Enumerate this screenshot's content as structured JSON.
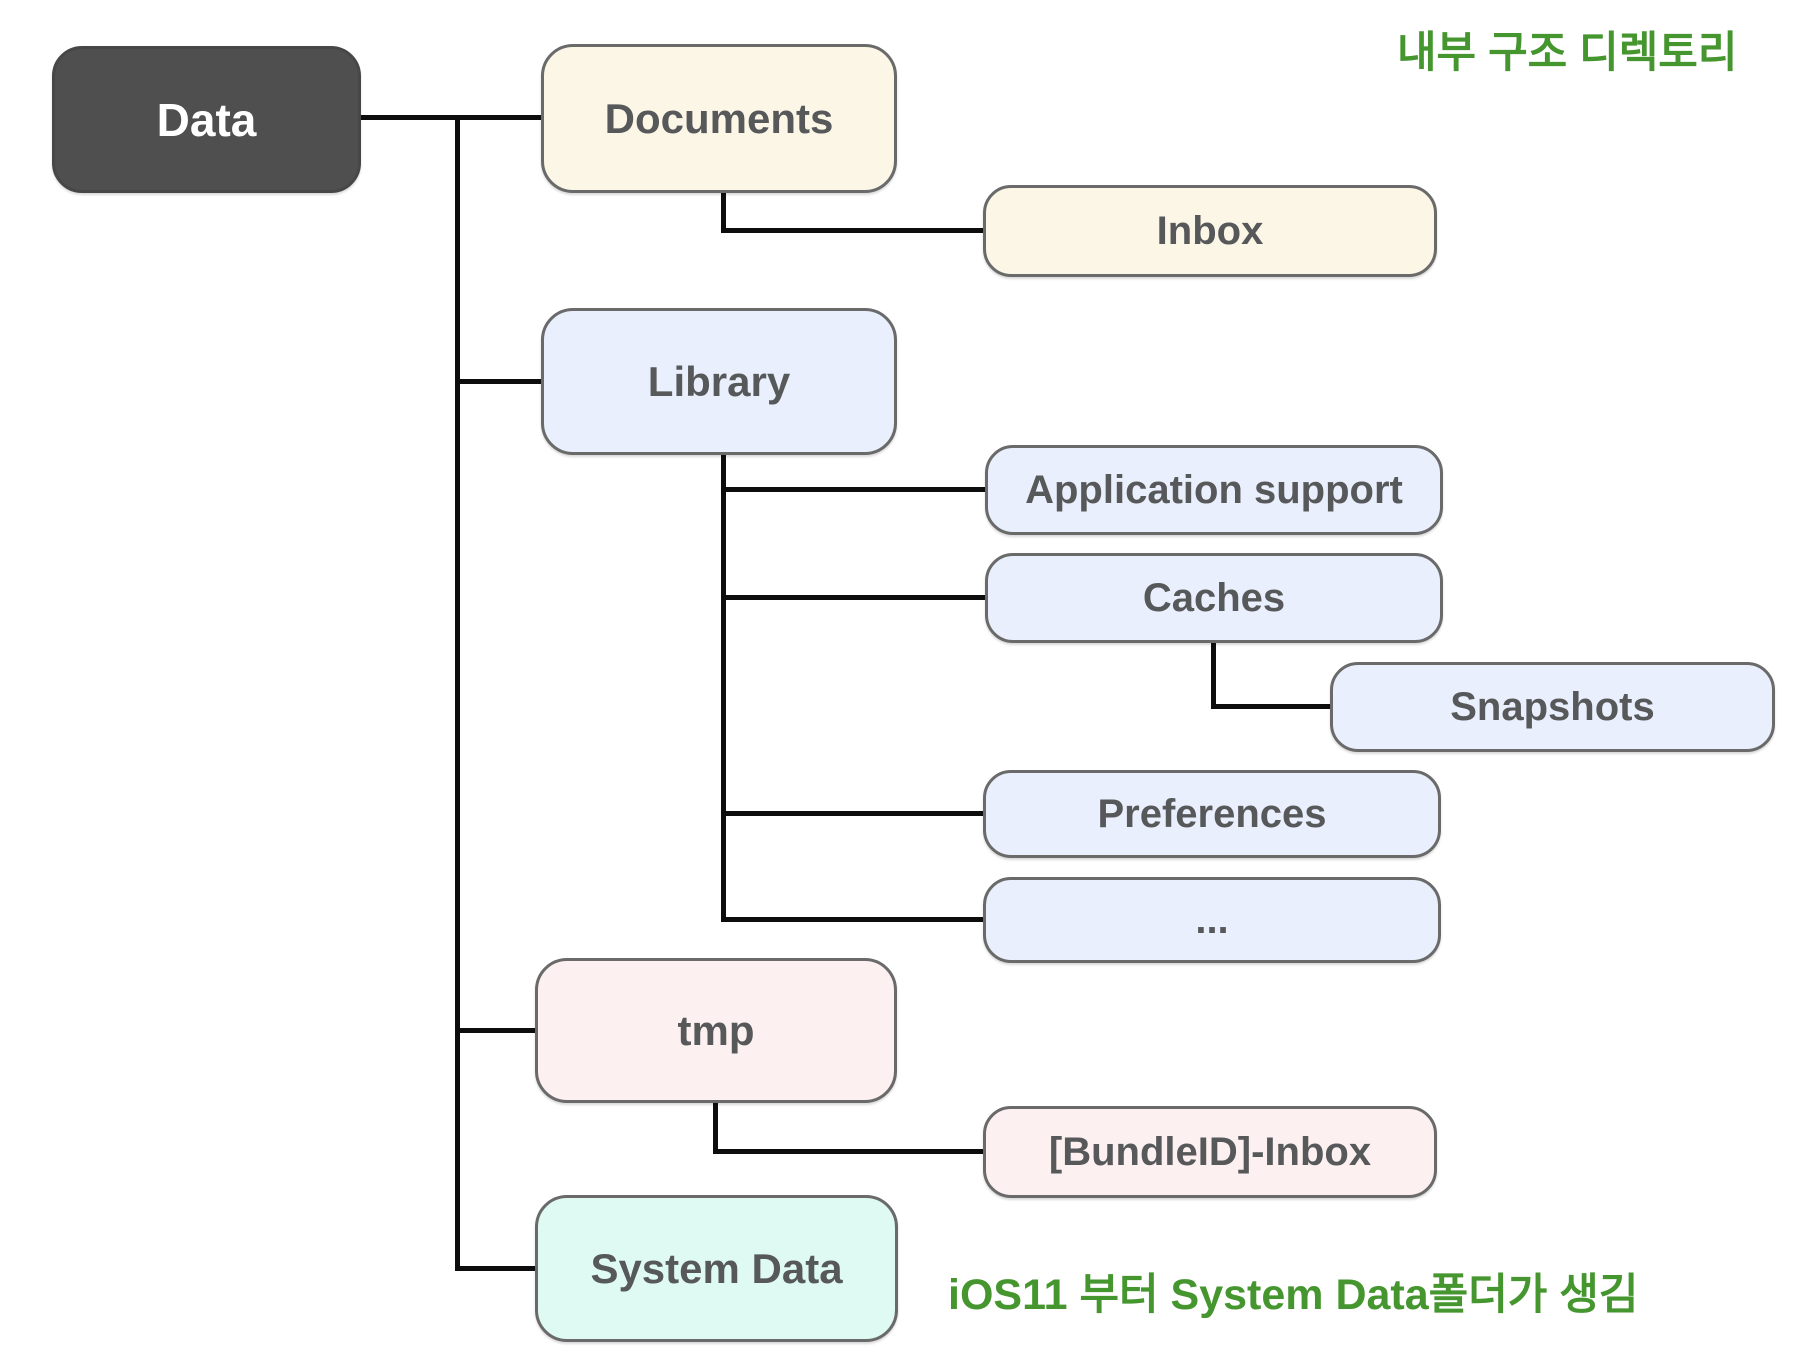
{
  "diagram": {
    "top_note": "내부 구조 디렉토리",
    "bottom_note": "iOS11 부터 System Data폴더가 생김"
  },
  "nodes": {
    "data": {
      "label": "Data"
    },
    "documents": {
      "label": "Documents"
    },
    "inbox": {
      "label": "Inbox"
    },
    "library": {
      "label": "Library"
    },
    "app_support": {
      "label": "Application support"
    },
    "caches": {
      "label": "Caches"
    },
    "snapshots": {
      "label": "Snapshots"
    },
    "preferences": {
      "label": "Preferences"
    },
    "more": {
      "label": "..."
    },
    "tmp": {
      "label": "tmp"
    },
    "bundle_inbox": {
      "label": "[BundleID]-Inbox"
    },
    "system_data": {
      "label": "System Data"
    }
  },
  "hierarchy": {
    "Data": [
      "Documents",
      "Library",
      "tmp",
      "System Data"
    ],
    "Documents": [
      "Inbox"
    ],
    "Library": [
      "Application support",
      "Caches",
      "Preferences",
      "..."
    ],
    "Caches": [
      "Snapshots"
    ],
    "tmp": [
      "[BundleID]-Inbox"
    ]
  },
  "colors": {
    "root_fill": "#4f4f4f",
    "cream_fill": "#fbf6e5",
    "blue_fill": "#e9effc",
    "pink_fill": "#fcf1f0",
    "mint_fill": "#defaf2",
    "node_border": "#6a6a6a",
    "node_label": "#57585a",
    "note_green": "#45962e",
    "connector": "#0d0d0d"
  }
}
